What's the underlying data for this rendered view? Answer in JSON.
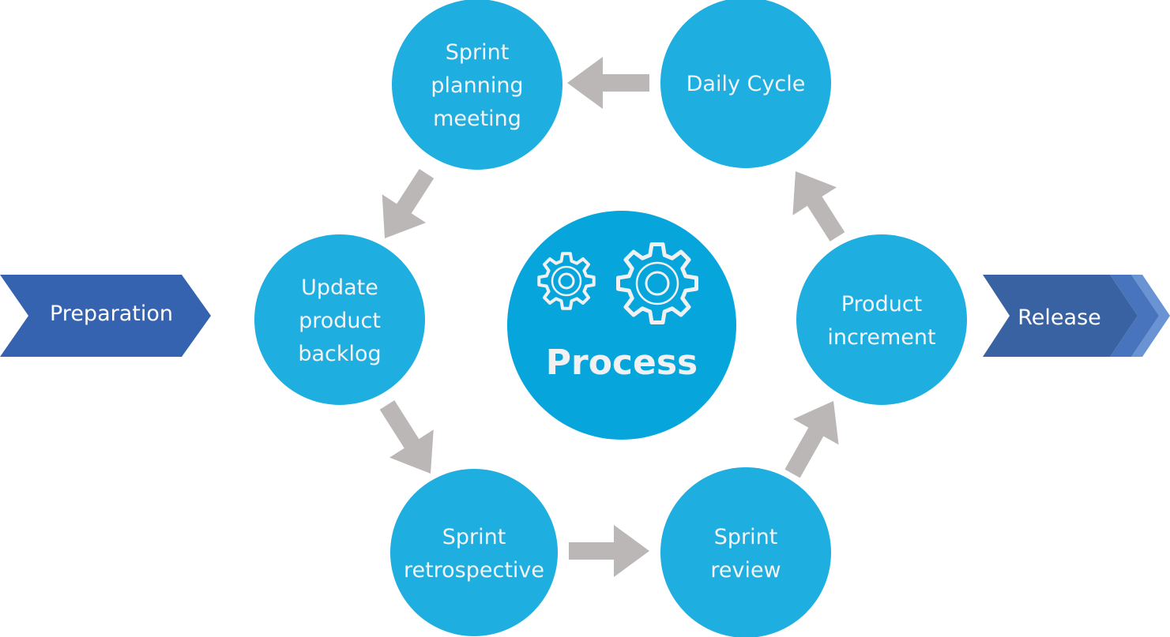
{
  "diagram": {
    "colors": {
      "node": "#1eaee0",
      "center": "#06a6dc",
      "arrow": "#bab7b6",
      "chevron_primary": "#3563af",
      "release_primary": "#3962a2",
      "release_mid": "#4874bd",
      "release_light": "#6a93d4",
      "text": "#f4f4f6"
    },
    "center": {
      "label": "Process",
      "icon": "gears-icon"
    },
    "start": {
      "label": "Preparation"
    },
    "end": {
      "label": "Release"
    },
    "nodes": [
      {
        "id": "sprint-planning-meeting",
        "lines": [
          "Sprint",
          "planning",
          "meeting"
        ]
      },
      {
        "id": "daily-cycle",
        "lines": [
          "Daily Cycle"
        ]
      },
      {
        "id": "product-increment",
        "lines": [
          "Product",
          "increment"
        ]
      },
      {
        "id": "sprint-review",
        "lines": [
          "Sprint",
          "review"
        ]
      },
      {
        "id": "sprint-retrospective",
        "lines": [
          "Sprint",
          "retrospective"
        ]
      },
      {
        "id": "update-product-backlog",
        "lines": [
          "Update",
          "product",
          "backlog"
        ]
      }
    ],
    "flow": [
      {
        "from": "daily-cycle",
        "to": "sprint-planning-meeting"
      },
      {
        "from": "sprint-planning-meeting",
        "to": "update-product-backlog"
      },
      {
        "from": "update-product-backlog",
        "to": "sprint-retrospective"
      },
      {
        "from": "sprint-retrospective",
        "to": "sprint-review"
      },
      {
        "from": "sprint-review",
        "to": "product-increment"
      },
      {
        "from": "product-increment",
        "to": "daily-cycle"
      }
    ]
  }
}
